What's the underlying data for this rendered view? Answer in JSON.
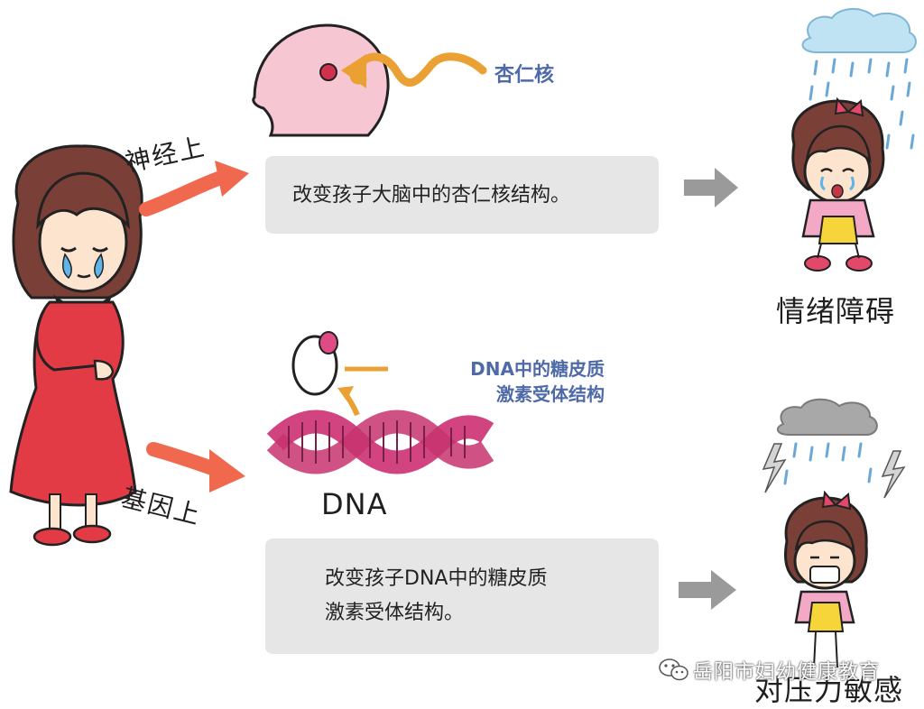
{
  "labels": {
    "neural": "神经上",
    "genetic": "基因上",
    "amygdala": "杏仁核",
    "dna": "DNA",
    "receptor_line1": "DNA中的糖皮质",
    "receptor_line2": "激素受体结构"
  },
  "boxes": {
    "neural_effect": "改变孩子大脑中的杏仁核结构。",
    "genetic_effect_line1": "改变孩子DNA中的糖皮质",
    "genetic_effect_line2": "激素受体结构。"
  },
  "outcomes": {
    "emotional": "情绪障碍",
    "stress": "对压力敏感"
  },
  "watermark": "岳阳市妇幼健康教育",
  "colors": {
    "arrow_red": "#f0694f",
    "arrow_gray": "#9a9a9a",
    "amygdala_arrow": "#eaa033",
    "label_blue": "#4f6aa8",
    "box_bg": "#e6e6e6",
    "head_pink": "#f7c6d3",
    "dna_magenta": "#d2447f",
    "dress_red": "#e23b45"
  }
}
